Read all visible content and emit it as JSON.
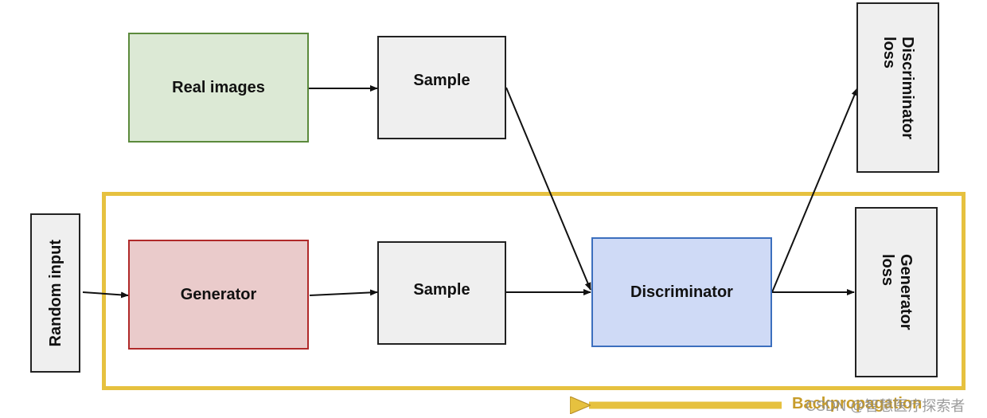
{
  "diagram": {
    "nodes": {
      "real_images": "Real images",
      "sample_top": "Sample",
      "discriminator_loss": "Discriminator\nloss",
      "random_input": "Random input",
      "generator": "Generator",
      "sample_bottom": "Sample",
      "discriminator": "Discriminator",
      "generator_loss": "Generator\nloss"
    },
    "edges": [
      {
        "from": "real_images",
        "to": "sample_top"
      },
      {
        "from": "sample_top",
        "to": "discriminator"
      },
      {
        "from": "random_input",
        "to": "generator"
      },
      {
        "from": "generator",
        "to": "sample_bottom"
      },
      {
        "from": "sample_bottom",
        "to": "discriminator"
      },
      {
        "from": "discriminator",
        "to": "discriminator_loss"
      },
      {
        "from": "discriminator",
        "to": "generator_loss"
      }
    ],
    "backpropagation_label": "Backpropagation",
    "colors": {
      "backprop_frame": "#e6c13f",
      "real_images_fill": "#dce9d5",
      "generator_fill": "#eacbcb",
      "discriminator_fill": "#cfdaf6",
      "sample_fill": "#efefef"
    }
  },
  "watermark": "CSDN @智慧医疗探索者"
}
